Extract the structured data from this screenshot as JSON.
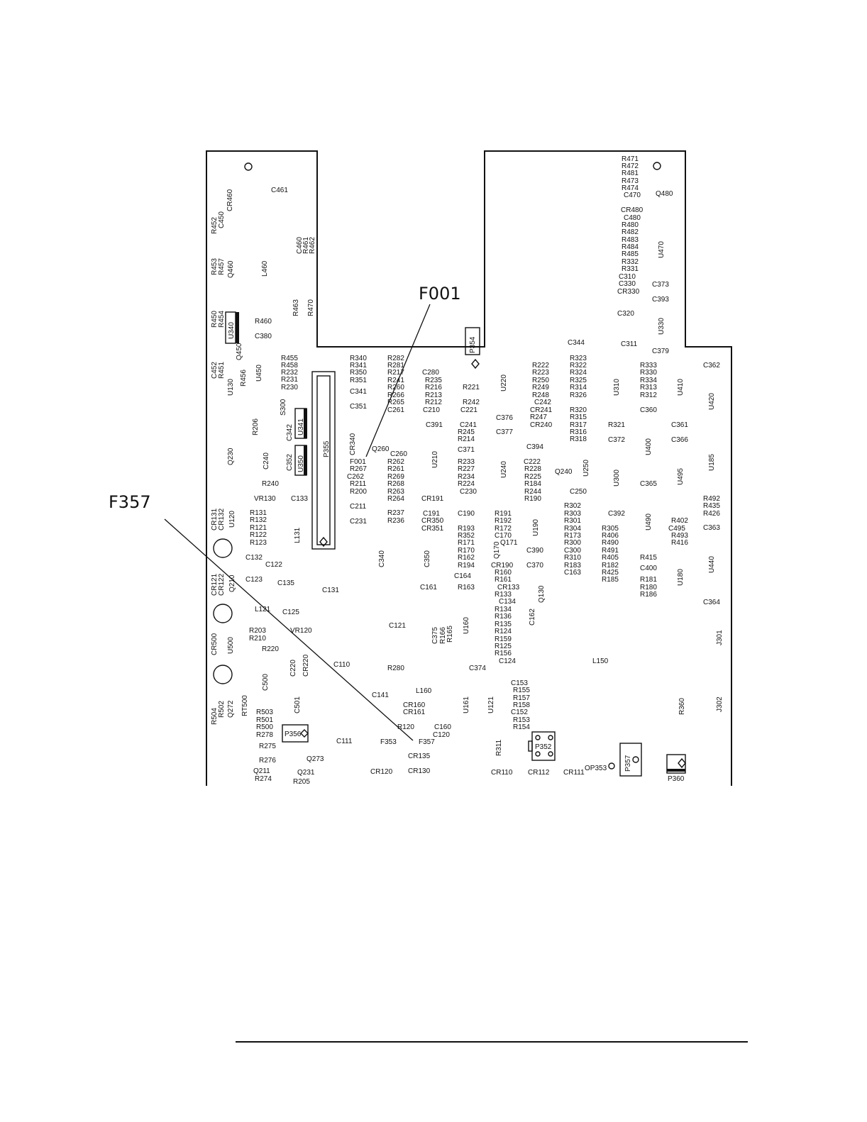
{
  "callouts": {
    "f001": "F001",
    "f357": "F357"
  },
  "refs": {
    "c461": "C461",
    "cr460": "CR460",
    "r452": "R452",
    "c450": "C450",
    "c460": "C460",
    "r461": "R461",
    "r462": "R462",
    "r453": "R453",
    "r457": "R457",
    "q460": "Q460",
    "l460": "L460",
    "r463": "R463",
    "r470": "R470",
    "r450": "R450",
    "r454": "R454",
    "u340": "U340",
    "r460": "R460",
    "c380": "C380",
    "q450": "Q450",
    "c452": "C452",
    "r451": "R451",
    "u130": "U130",
    "r456": "R456",
    "u450": "U450",
    "r455": "R455",
    "r458": "R458",
    "r232": "R232",
    "r231": "R231",
    "r230": "R230",
    "s300": "S300",
    "r206": "R206",
    "c342": "C342",
    "u341": "U341",
    "c352": "C352",
    "u350": "U350",
    "p355": "P355",
    "q230": "Q230",
    "c240": "C240",
    "r240": "R240",
    "vr130": "VR130",
    "c133": "C133",
    "l131": "L131",
    "cr131": "CR131",
    "cr132": "CR132",
    "u120": "U120",
    "r131": "R131",
    "r132": "R132",
    "r121": "R121",
    "r122": "R122",
    "r123": "R123",
    "c132": "C132",
    "c122": "C122",
    "c123": "C123",
    "c135": "C135",
    "cr121": "CR121",
    "cr122": "CR122",
    "q210": "Q210",
    "c131": "C131",
    "l121": "L121",
    "c125": "C125",
    "r203": "R203",
    "r210": "R210",
    "vr120": "VR120",
    "r220": "R220",
    "cr500": "CR500",
    "u500": "U500",
    "c220": "C220",
    "cr220": "CR220",
    "c500": "C500",
    "c110": "C110",
    "r504": "R504",
    "r502": "R502",
    "q272": "Q272",
    "rt500": "RT500",
    "c501": "C501",
    "r503": "R503",
    "r501": "R501",
    "r500": "R500",
    "r278": "R278",
    "p356": "P356",
    "r275": "R275",
    "c111": "C111",
    "r276": "R276",
    "q273": "Q273",
    "q211": "Q211",
    "r274": "R274",
    "q231": "Q231",
    "r205": "R205",
    "r340": "R340",
    "r341": "R341",
    "r350": "R350",
    "r351": "R351",
    "c341": "C341",
    "c351": "C351",
    "cr340": "CR340",
    "r282": "R282",
    "r281": "R281",
    "r217": "R217",
    "r260": "R260",
    "r241": "R241",
    "r266": "R266",
    "r265": "R265",
    "c261": "C261",
    "q260": "Q260",
    "c260": "C260",
    "r267": "R267",
    "c262": "C262",
    "r211": "R211",
    "r200": "R200",
    "r262": "R262",
    "r261": "R261",
    "r269": "R269",
    "r268": "R268",
    "r263": "R263",
    "r264": "R264",
    "c211": "C211",
    "c231": "C231",
    "r237": "R237",
    "r236": "R236",
    "c340": "C340",
    "c280": "C280",
    "r235": "R235",
    "r216": "R216",
    "r213": "R213",
    "r212": "R212",
    "c210": "C210",
    "c391": "C391",
    "u210": "U210",
    "cr191": "CR191",
    "c191": "C191",
    "cr350": "CR350",
    "cr351": "CR351",
    "c350": "C350",
    "c161": "C161",
    "c121": "C121",
    "r280": "R280",
    "c141": "C141",
    "cr160": "CR160",
    "cr161": "CR161",
    "l160": "L160",
    "r120": "R120",
    "f353": "F353",
    "c160": "C160",
    "c120": "C120",
    "cr135": "CR135",
    "cr120": "CR120",
    "cr130": "CR130",
    "c375": "C375",
    "r166": "R166",
    "r165": "R165",
    "r221": "R221",
    "r242": "R242",
    "c221": "C221",
    "c241": "C241",
    "r245": "R245",
    "r214": "R214",
    "c371": "C371",
    "r233": "R233",
    "r227": "R227",
    "r234": "R234",
    "r224": "R224",
    "c230": "C230",
    "c190": "C190",
    "r193": "R193",
    "r352": "R352",
    "r171": "R171",
    "r170": "R170",
    "r162": "R162",
    "r194": "R194",
    "c164": "C164",
    "r163": "R163",
    "u160": "U160",
    "c374": "C374",
    "u161": "U161",
    "u121": "U121",
    "p354": "P354",
    "u220": "U220",
    "c376": "C376",
    "c377": "C377",
    "u240": "U240",
    "r191": "R191",
    "r192": "R192",
    "r172": "R172",
    "c170": "C170",
    "q170": "Q170",
    "q171": "Q171",
    "cr190": "CR190",
    "r160": "R160",
    "r161": "R161",
    "cr133": "CR133",
    "r133": "R133",
    "c134": "C134",
    "r134": "R134",
    "r136": "R136",
    "r135": "R135",
    "r124": "R124",
    "r159": "R159",
    "r125": "R125",
    "r156": "R156",
    "c124": "C124",
    "c153": "C153",
    "r155": "R155",
    "r157": "R157",
    "r158": "R158",
    "c152": "C152",
    "r153": "R153",
    "r154": "R154",
    "r311": "R311",
    "p352": "P352",
    "cr110": "CR110",
    "cr112": "CR112",
    "cr111": "CR111",
    "op353": "OP353",
    "r222": "R222",
    "r223": "R223",
    "r250": "R250",
    "r249": "R249",
    "r248": "R248",
    "c242": "C242",
    "cr241": "CR241",
    "r247": "R247",
    "cr240": "CR240",
    "c394": "C394",
    "c222": "C222",
    "r228": "R228",
    "r225": "R225",
    "r184": "R184",
    "r244": "R244",
    "r190": "R190",
    "q240": "Q240",
    "u250": "U250",
    "u190": "U190",
    "c390": "C390",
    "c370": "C370",
    "q130": "Q130",
    "c162": "C162",
    "c344": "C344",
    "r323": "R323",
    "r322": "R322",
    "r324": "R324",
    "r325": "R325",
    "r314": "R314",
    "r326": "R326",
    "r320": "R320",
    "r315": "R315",
    "r317": "R317",
    "r316": "R316",
    "r318": "R318",
    "c250": "C250",
    "r302": "R302",
    "r303": "R303",
    "r301": "R301",
    "r304": "R304",
    "r173": "R173",
    "r300": "R300",
    "c300": "C300",
    "r310": "R310",
    "r183": "R183",
    "c163": "C163",
    "r471": "R471",
    "r472": "R472",
    "r481": "R481",
    "r473": "R473",
    "r474": "R474",
    "c470": "C470",
    "q480": "Q480",
    "cr480": "CR480",
    "c480": "C480",
    "r480": "R480",
    "r482": "R482",
    "r483": "R483",
    "r484": "R484",
    "r485": "R485",
    "r332": "R332",
    "r331": "R331",
    "c310": "C310",
    "c330": "C330",
    "cr330": "CR330",
    "u470": "U470",
    "c373": "C373",
    "c393": "C393",
    "c320": "C320",
    "u330": "U330",
    "c311": "C311",
    "c379": "C379",
    "r333": "R333",
    "r330": "R330",
    "r334": "R334",
    "r313": "R313",
    "r312": "R312",
    "u310": "U310",
    "c360": "C360",
    "r321": "R321",
    "c372": "C372",
    "u400": "U400",
    "u300": "U300",
    "c365": "C365",
    "c392": "C392",
    "r305": "R305",
    "r406": "R406",
    "r490": "R490",
    "r491": "R491",
    "r405": "R405",
    "r182": "R182",
    "r425": "R425",
    "r185": "R185",
    "u490": "U490",
    "r415": "R415",
    "c400": "C400",
    "r181": "R181",
    "r180": "R180",
    "r186": "R186",
    "l150": "L150",
    "p357": "P357",
    "p360": "P360",
    "r360": "R360",
    "u410": "U410",
    "c362": "C362",
    "u420": "U420",
    "c361": "C361",
    "c366": "C366",
    "u185": "U185",
    "u495": "U495",
    "r492": "R492",
    "r435": "R435",
    "r426": "R426",
    "r402": "R402",
    "c495": "C495",
    "r493": "R493",
    "r416": "R416",
    "c363": "C363",
    "u180": "U180",
    "u440": "U440",
    "c364": "C364",
    "j301": "J301",
    "j302": "J302"
  }
}
